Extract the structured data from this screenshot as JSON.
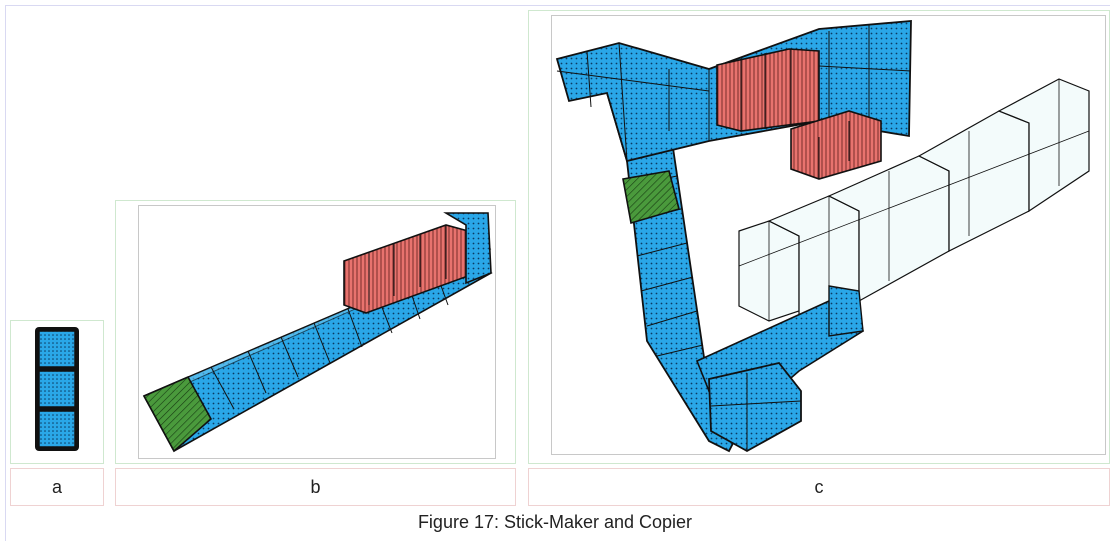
{
  "panels": [
    {
      "label": "a"
    },
    {
      "label": "b"
    },
    {
      "label": "c"
    }
  ],
  "caption": "Figure 17: Stick-Maker and Copier",
  "colors": {
    "blue_cube": "#2aa7e8",
    "red_cube": "#e8736e",
    "green_cube": "#4a9a3c",
    "ghost_cube": "#e8f8f8",
    "edge": "#111111",
    "panel_border": "#cfe8cf",
    "label_border": "#efd2d2"
  },
  "icons": [
    "blue-stick-cube",
    "red-stick-cube",
    "green-seed-cube",
    "ghost-cube"
  ]
}
